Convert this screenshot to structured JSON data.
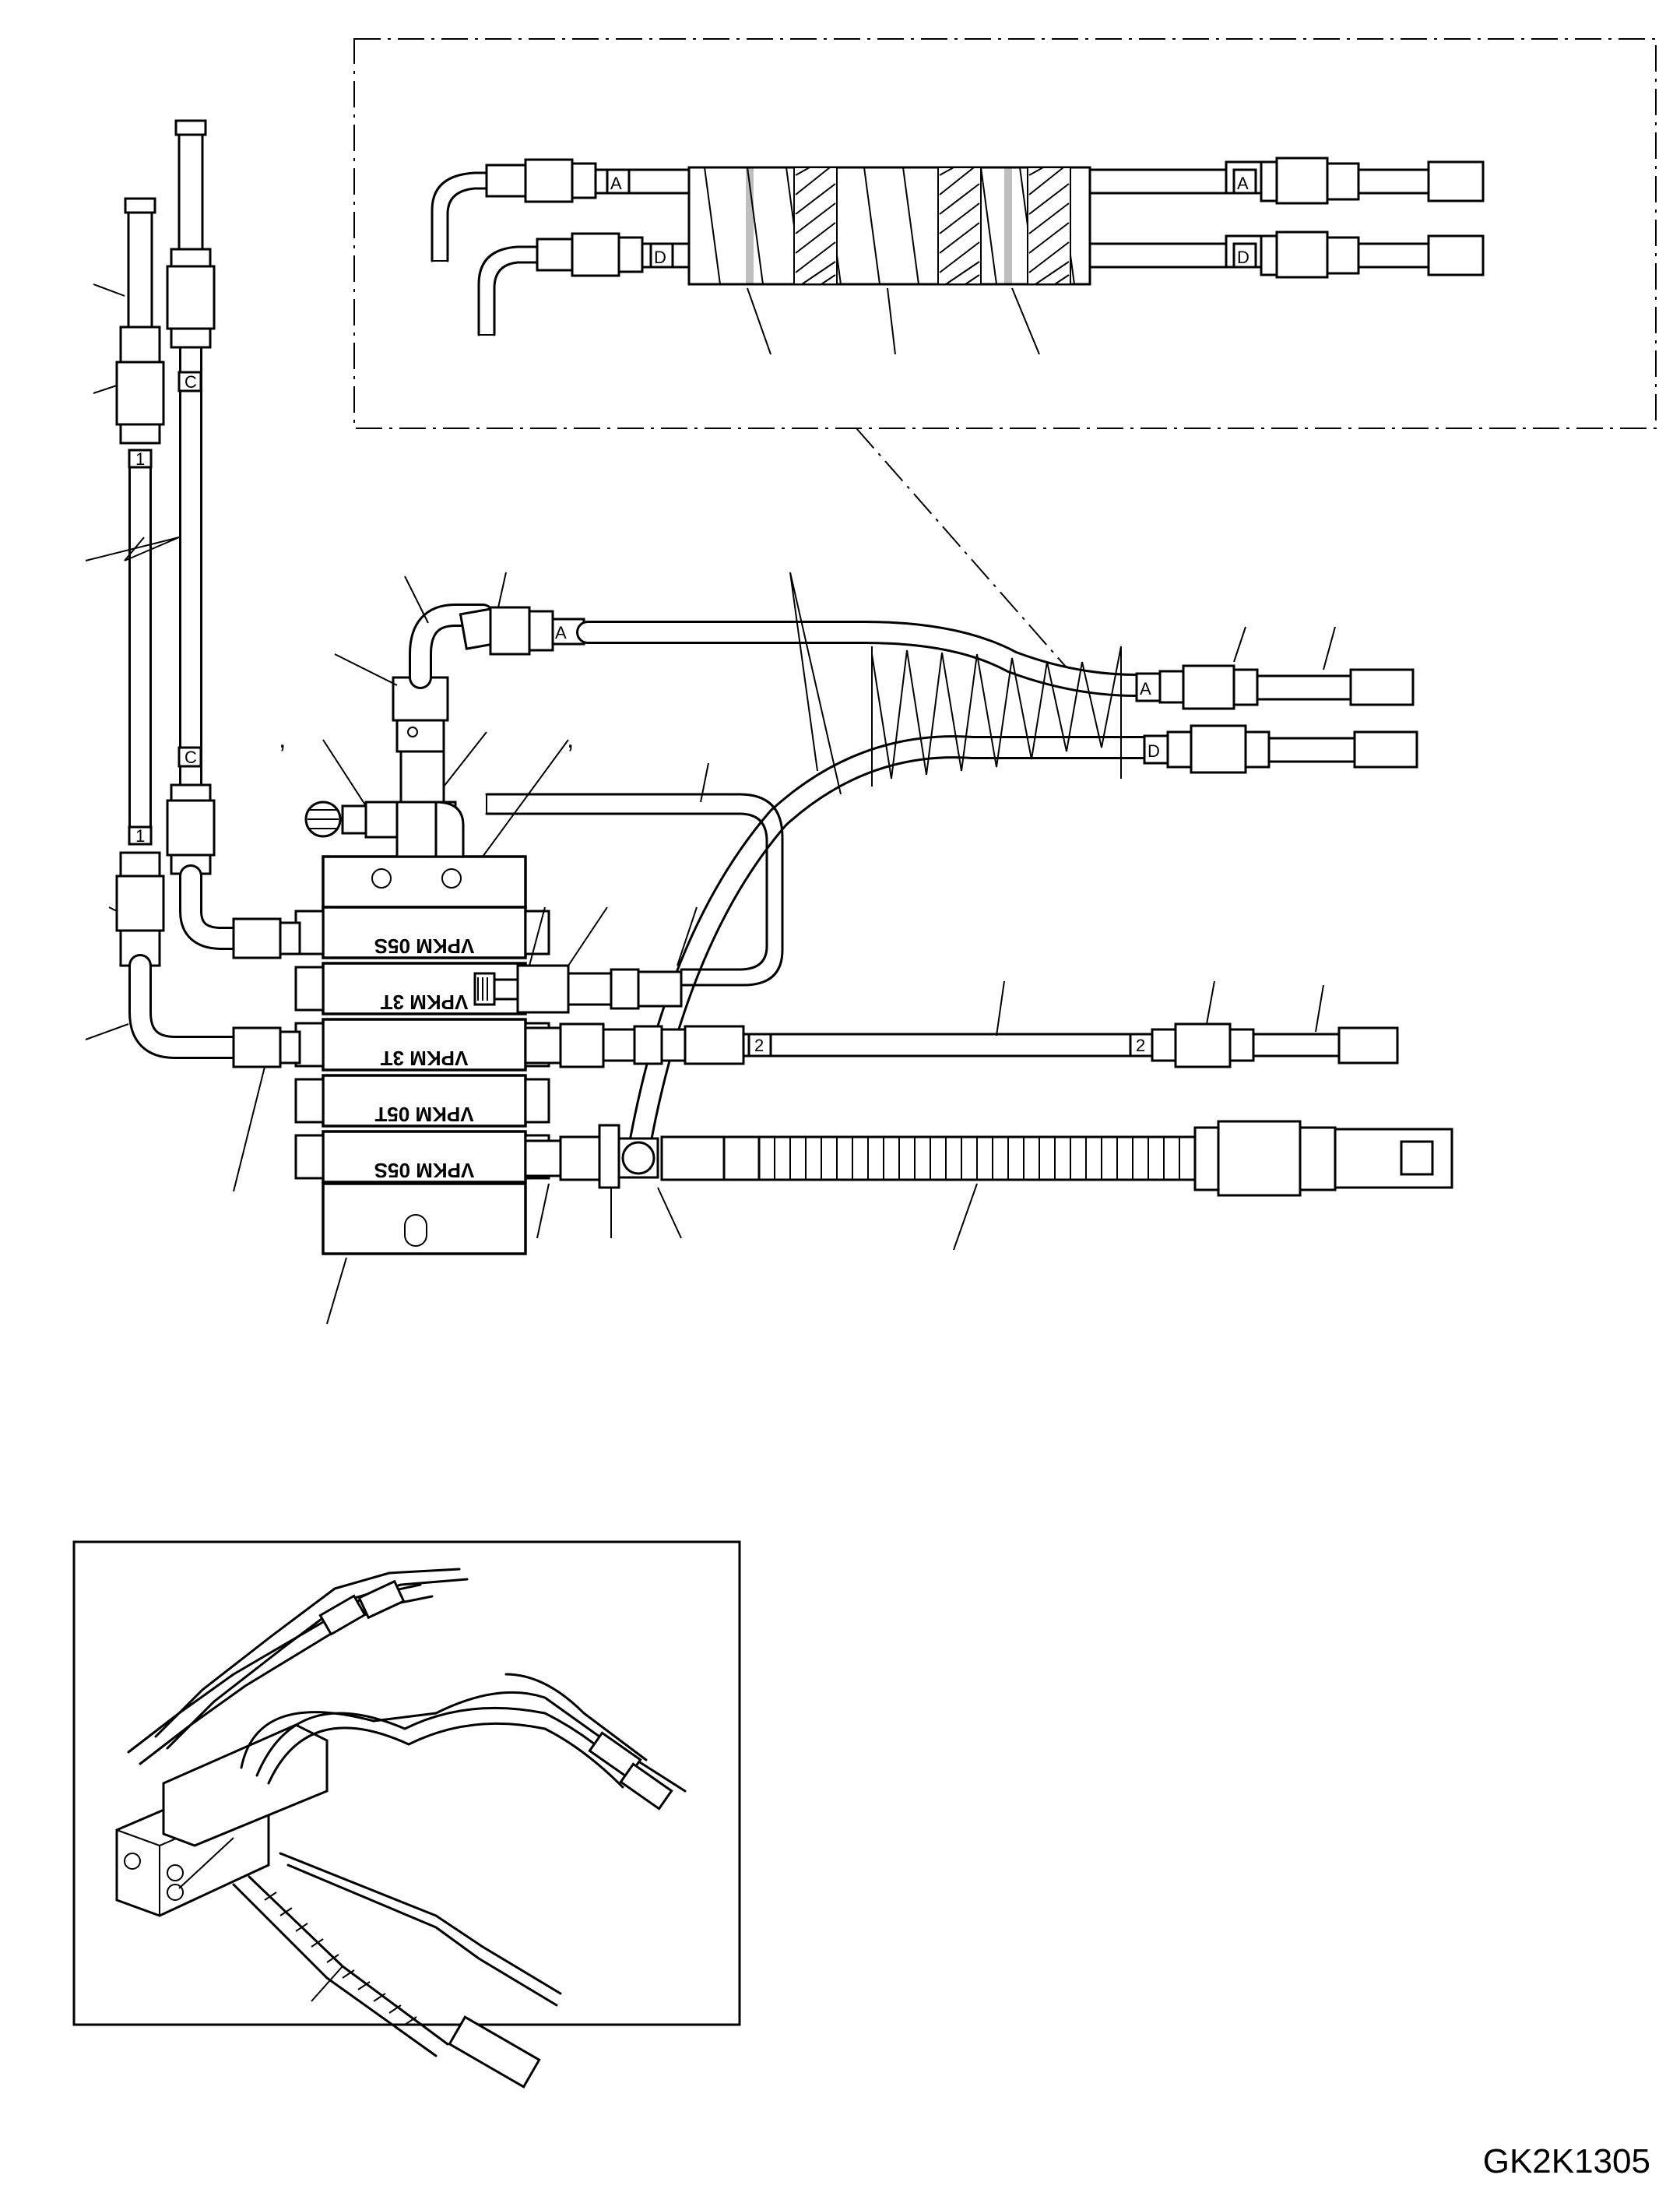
{
  "drawing_code": "GK2K1305",
  "tags": {
    "a": "A",
    "c": "C",
    "d": "D",
    "one": "1",
    "two": "2"
  },
  "valve_labels": {
    "vpkm_05s": "VPKM 05S",
    "vpkm_3t": "VPKM 3T",
    "vpkm_05t": "VPKM 05T"
  },
  "comma_mark": ","
}
